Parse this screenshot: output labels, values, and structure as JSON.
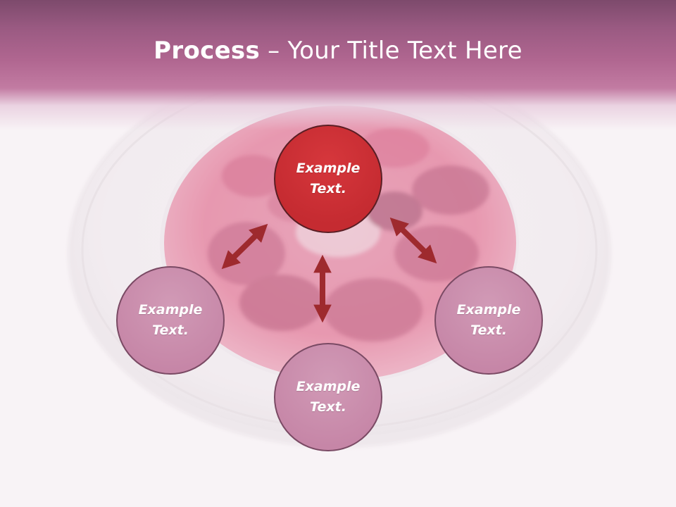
{
  "title": {
    "bold": "Process",
    "separator": " – ",
    "rest": "Your Title Text Here"
  },
  "nodes": {
    "center": {
      "label": "Example Text."
    },
    "left": {
      "label": "Example Text."
    },
    "bottom": {
      "label": "Example Text."
    },
    "right": {
      "label": "Example Text."
    }
  },
  "colors": {
    "header": "#b06690",
    "main_node": "#c52b31",
    "small_node": "#c686a7",
    "arrow": "#9e2a2e"
  },
  "background_image": "bowl-of-borscht"
}
